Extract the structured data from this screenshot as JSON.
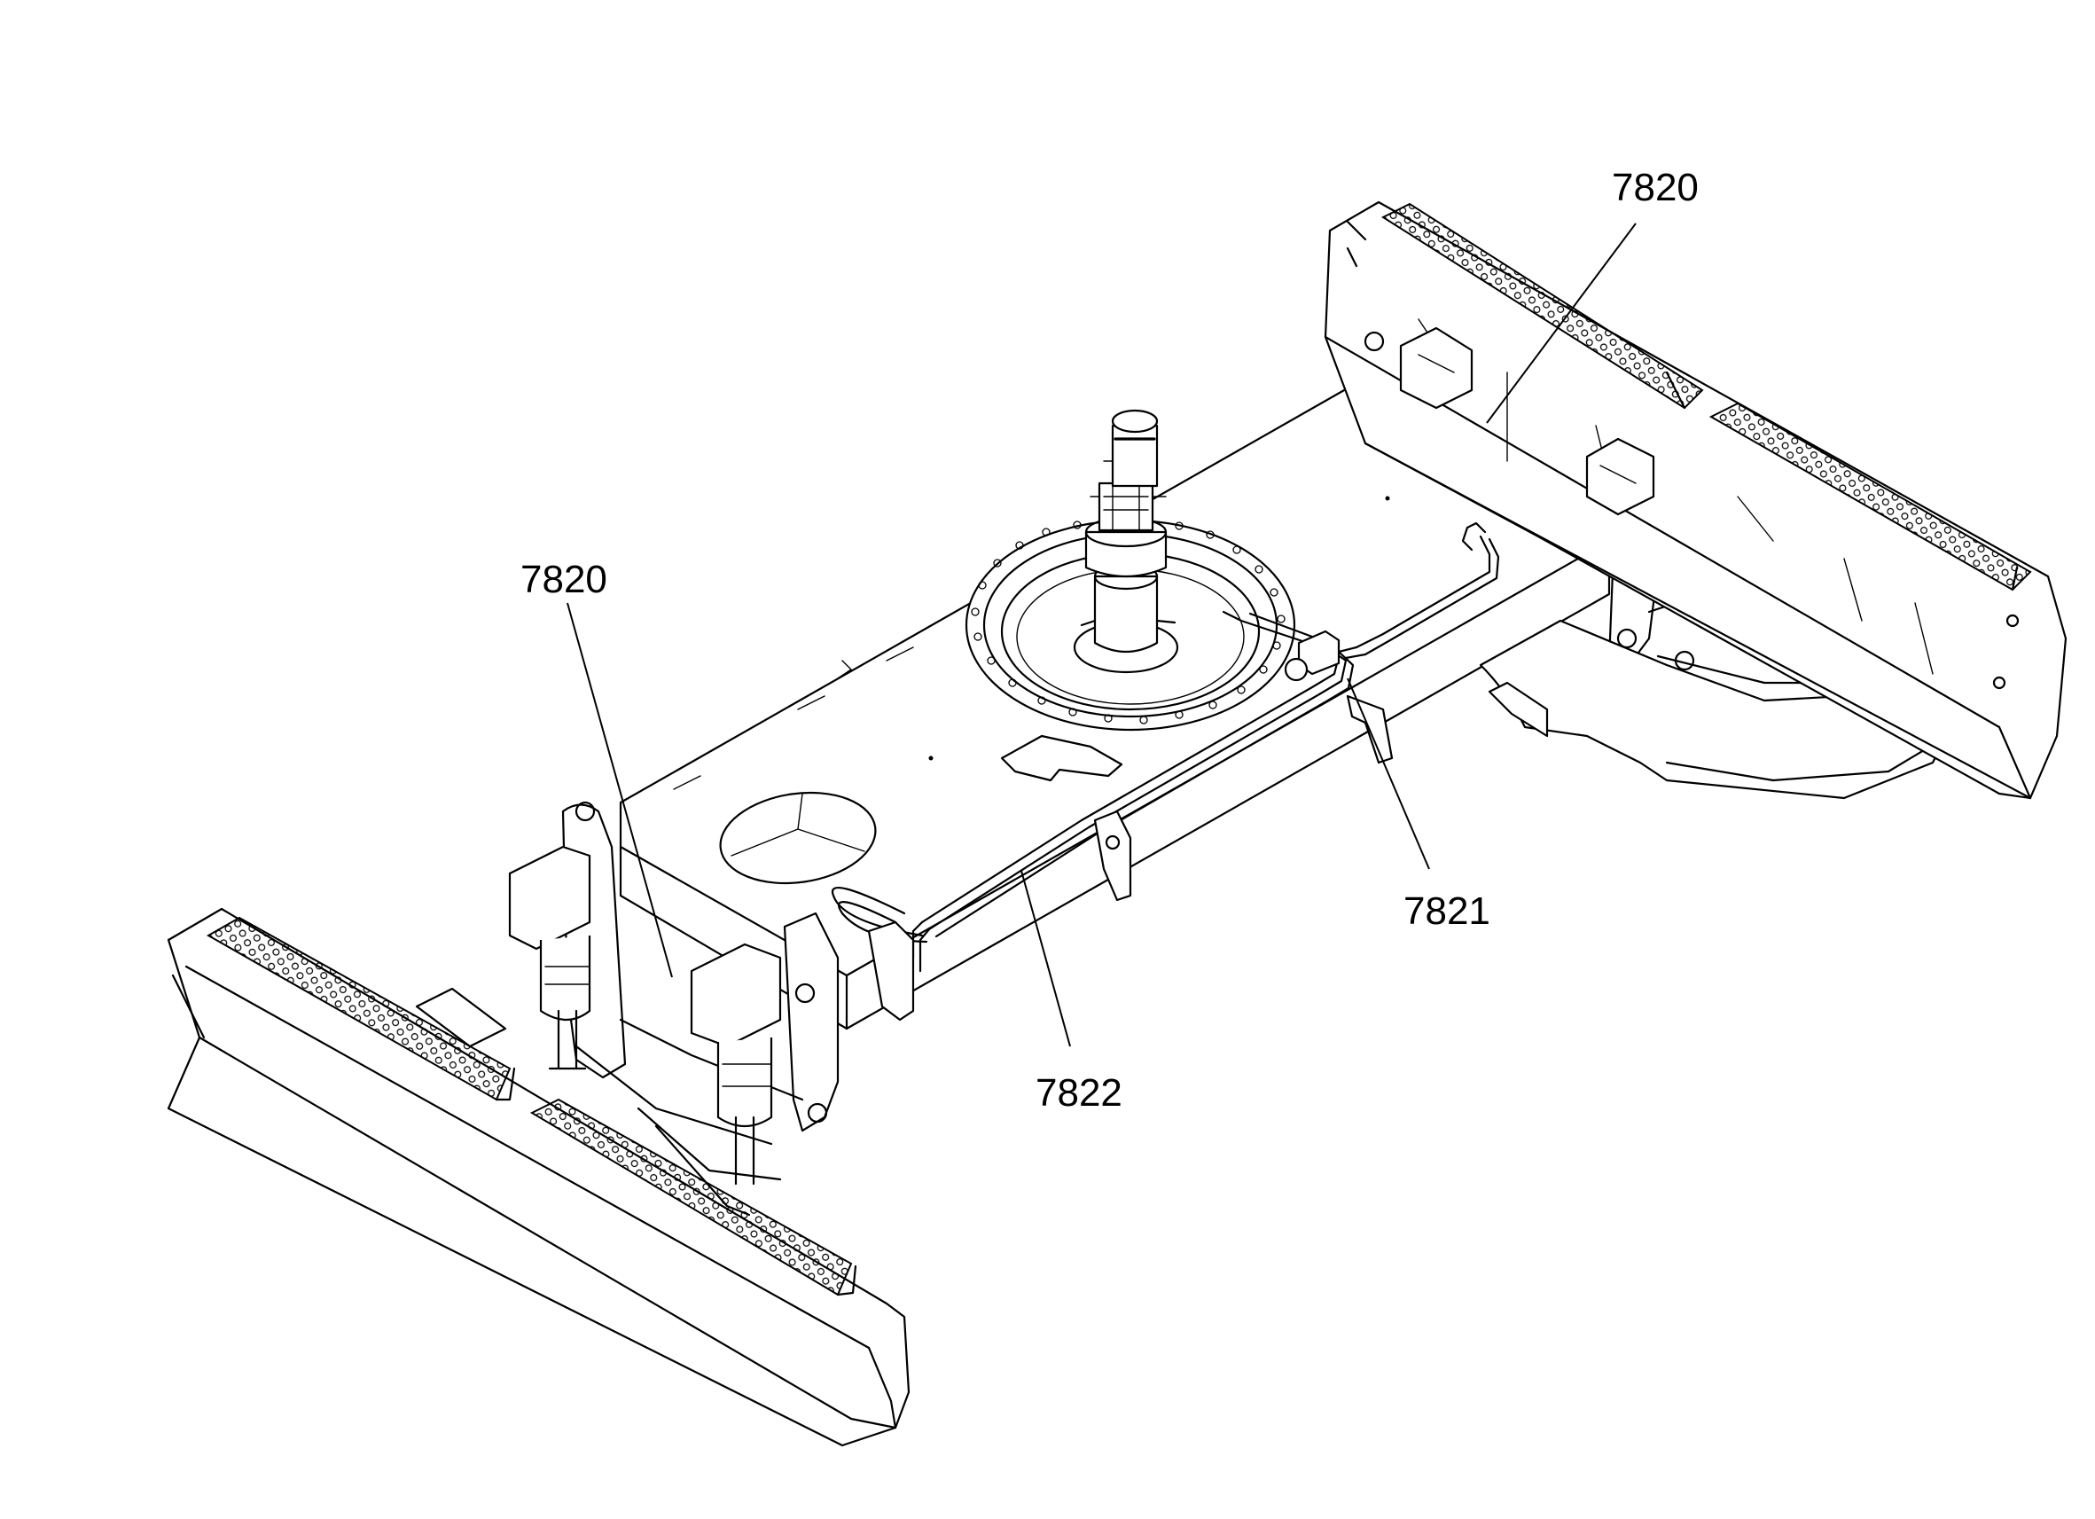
{
  "callouts": {
    "label_7820_top": "7820",
    "label_7820_left": "7820",
    "label_7821": "7821",
    "label_7822": "7822"
  }
}
